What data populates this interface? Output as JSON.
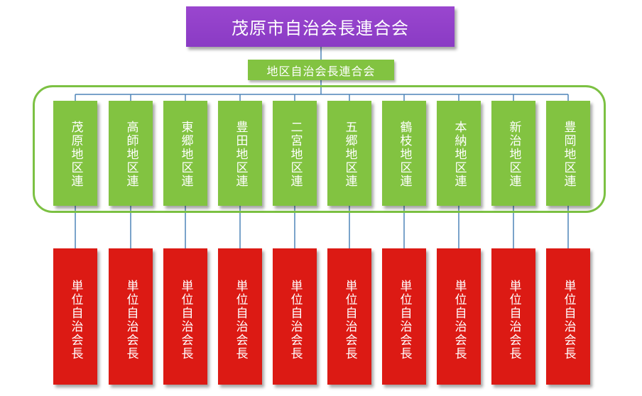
{
  "top": {
    "label": "茂原市自治会長連合会"
  },
  "middle": {
    "label": "地区自治会長連合会"
  },
  "districts": [
    {
      "label": "茂原地区連"
    },
    {
      "label": "高師地区連"
    },
    {
      "label": "東郷地区連"
    },
    {
      "label": "豊田地区連"
    },
    {
      "label": "二宮地区連"
    },
    {
      "label": "五郷地区連"
    },
    {
      "label": "鶴枝地区連"
    },
    {
      "label": "本納地区連"
    },
    {
      "label": "新治地区連"
    },
    {
      "label": "豊岡地区連"
    }
  ],
  "unit_label": "単位自治会長",
  "colors": {
    "top": "#8a3bc4",
    "district": "#82c341",
    "unit": "#dc1a14",
    "connector": "#4d84b8"
  }
}
